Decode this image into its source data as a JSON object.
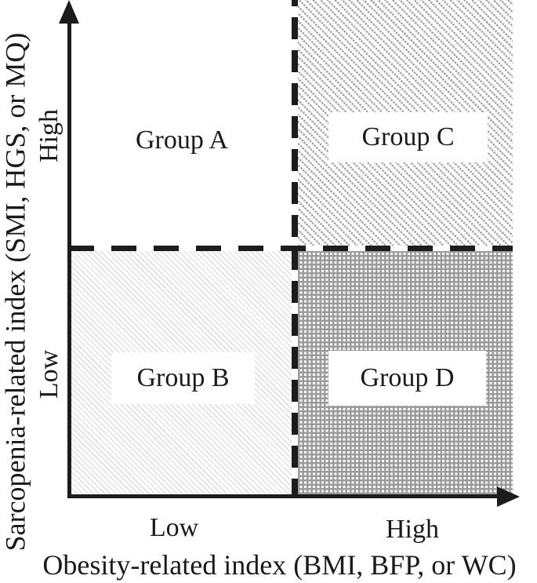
{
  "diagram": {
    "type": "quadrant-classification-figure",
    "y_axis": {
      "title": "Sarcopenia-related index (SMI, HGS, or MQ)",
      "tick_high": "High",
      "tick_low": "Low"
    },
    "x_axis": {
      "title": "Obesity-related index (BMI, BFP, or WC)",
      "tick_low": "Low",
      "tick_high": "High"
    },
    "quadrants": {
      "a": {
        "label": "Group A",
        "position": "top-left",
        "fill": "plain-white"
      },
      "b": {
        "label": "Group B",
        "position": "bottom-left",
        "fill": "light-diagonal-hatch"
      },
      "c": {
        "label": "Group C",
        "position": "top-right",
        "fill": "medium-diagonal-dotted-hatch"
      },
      "d": {
        "label": "Group D",
        "position": "bottom-right",
        "fill": "dense-gray-weave"
      }
    },
    "colors": {
      "line_black": "#1c1c1c",
      "hatch_light_gray": "#e1e1e1",
      "hatch_medium_gray": "#a8a8a8",
      "weave_gray": "#9b9b9b",
      "background": "#ffffff"
    }
  }
}
